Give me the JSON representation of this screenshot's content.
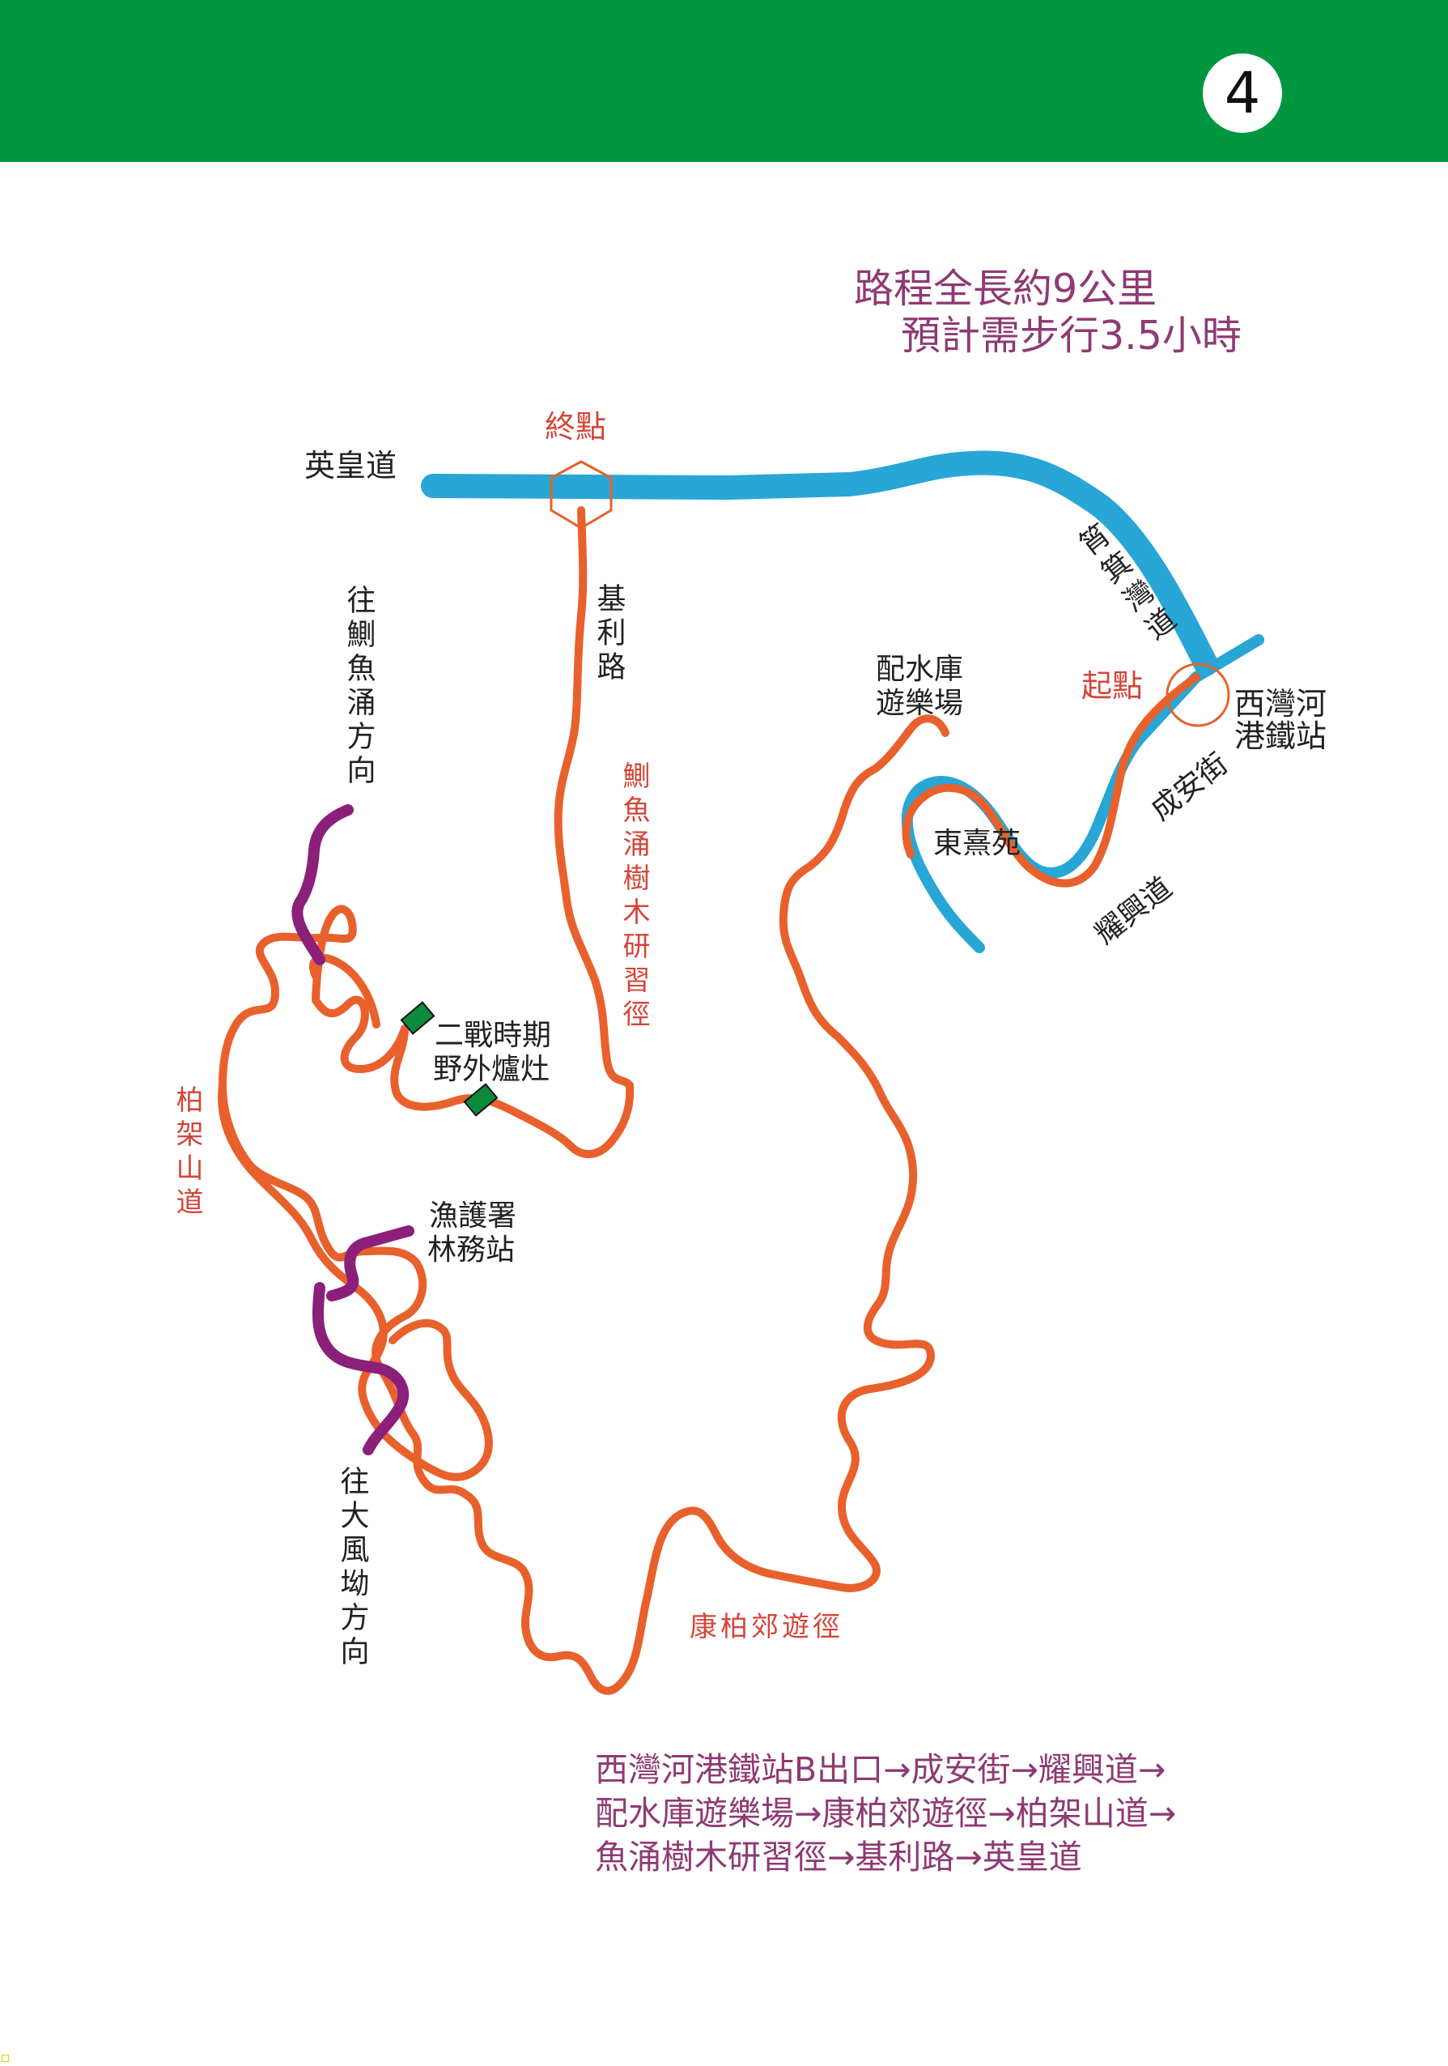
{
  "page": {
    "number": "4",
    "header_color": "#009640"
  },
  "info": {
    "distance": "路程全長約9公里",
    "duration": "預計需步行3.5小時"
  },
  "colors": {
    "road": "#28a6d6",
    "trail": "#e8612c",
    "branch": "#8b1f7a",
    "red_label": "#d4453a",
    "black_label": "#222222",
    "purple_text": "#8e3a73",
    "marker": "#0a8a3c"
  },
  "map_labels": {
    "end_point": "終點",
    "start_point": "起點",
    "ying_wong_road": "英皇道",
    "kei_lee_road": "基利路",
    "quarry_bay_road": "筲箕灣道",
    "sai_wan_ho_station": "西灣河港鐵站",
    "shing_on_street": "成安街",
    "yiu_hing_road": "耀興道",
    "tung_hei_court": "東熹苑",
    "reservoir_playground": "配水庫遊樂場",
    "quarry_bay_tree_walk": "鰂魚涌樹木研習徑",
    "to_quarry_bay": "往鰂魚涌方向",
    "ww2_stoves": "二戰時期野外爐灶",
    "mount_parker_road": "柏架山道",
    "afcd_station": "漁護署林務站",
    "to_tai_fung_au": "往大風坳方向",
    "mount_parker_trail": "康柏郊遊徑"
  },
  "route_summary": [
    "西灣河港鐵站B出口→成安街→耀興道→",
    "配水庫遊樂場→康柏郊遊徑→柏架山道→",
    "魚涌樹木研習徑→基利路→英皇道"
  ]
}
